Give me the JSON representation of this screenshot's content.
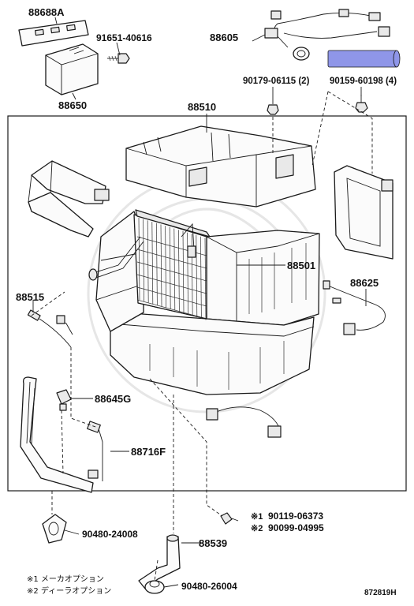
{
  "parts": {
    "p88688a": "88688A",
    "p91651": "91651-40616",
    "p88650": "88650",
    "p88605": "88605",
    "p90179": "90179-06115 (2)",
    "p90159": "90159-60198 (4)",
    "p88510": "88510",
    "p88501": "88501",
    "p88625": "88625",
    "p88515": "88515",
    "p88645g": "88645G",
    "p88716f": "88716F",
    "p90119": "90119-06373",
    "p90099": "90099-04995",
    "p90480_24008": "90480-24008",
    "p88539": "88539",
    "p90480_26004": "90480-26004"
  },
  "marks": {
    "m1": "※1",
    "m2": "※2"
  },
  "legend": {
    "n1": "※1  メーカオプション",
    "n2": "※2  ディーラオプション"
  },
  "diagram_code": "872819H",
  "colors": {
    "highlight": "#8f96e8",
    "ink": "#1a1a1a"
  }
}
